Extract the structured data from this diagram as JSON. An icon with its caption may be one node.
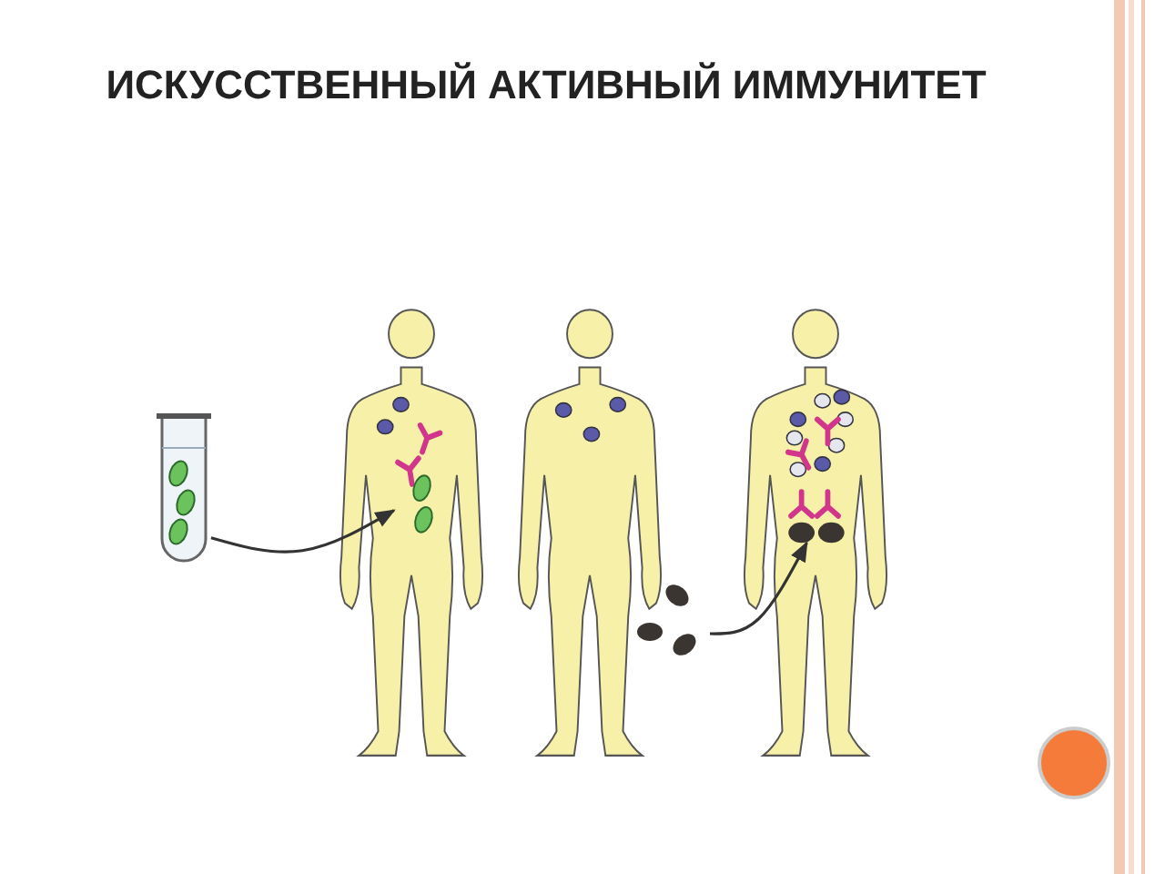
{
  "diagram": {
    "title": "ИСКУССТВЕННЫЙ АКТИВНЫЙ ИММУНИТЕТ",
    "nodes": [
      {
        "text": [],
        "shape": "picture"
      },
      {
        "text": [],
        "shape": "person"
      },
      {
        "text": [],
        "shape": "person"
      },
      {
        "text": [],
        "shape": "picture"
      },
      {
        "text": [],
        "shape": "person"
      }
    ],
    "edges": [
      {
        "from": 0,
        "to": 1,
        "arrow": "to"
      },
      {
        "from": 3,
        "to": 4,
        "arrow": "to"
      }
    ]
  }
}
